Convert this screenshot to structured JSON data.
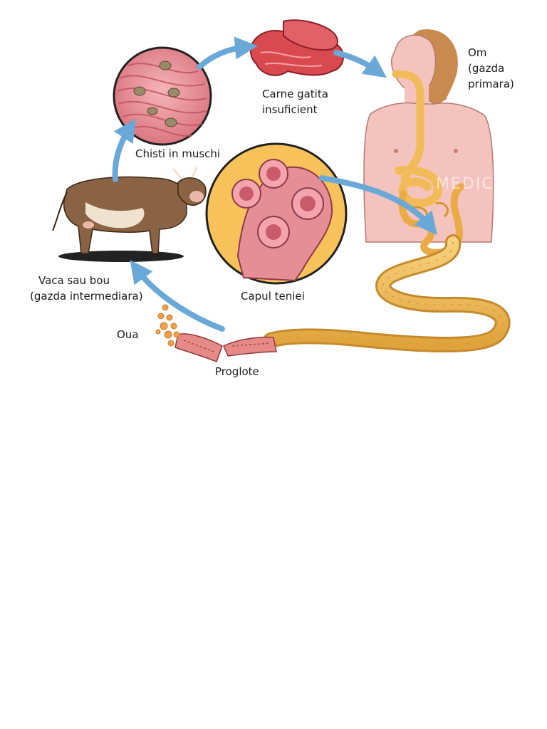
{
  "labels": {
    "cysts": "Chisti in muschi",
    "meat_line1": "Carne gatita",
    "meat_line2": "insuficient",
    "human_line1": "Om",
    "human_line2": "(gazda",
    "human_line3": "primara)",
    "cow_line1": "Vaca sau bou",
    "cow_line2": "(gazda intermediara)",
    "scolex": "Capul teniei",
    "eggs": "Oua",
    "proglottids": "Proglote"
  },
  "watermark": "MEDIC",
  "colors": {
    "arrow": "#6aa8d8",
    "muscle": "#e8969a",
    "skin": "#f4c3bd",
    "cow": "#8a6244",
    "worm": "#f2bb5a",
    "scolex_bg": "#f7c25a",
    "eggs": "#f0a04a"
  },
  "icons": [
    "cow-illustration",
    "muscle-cyst-icon",
    "raw-meat-icon",
    "human-body-icon",
    "scolex-icon",
    "tapeworm-icon",
    "eggs-icon",
    "proglottid-icon"
  ]
}
